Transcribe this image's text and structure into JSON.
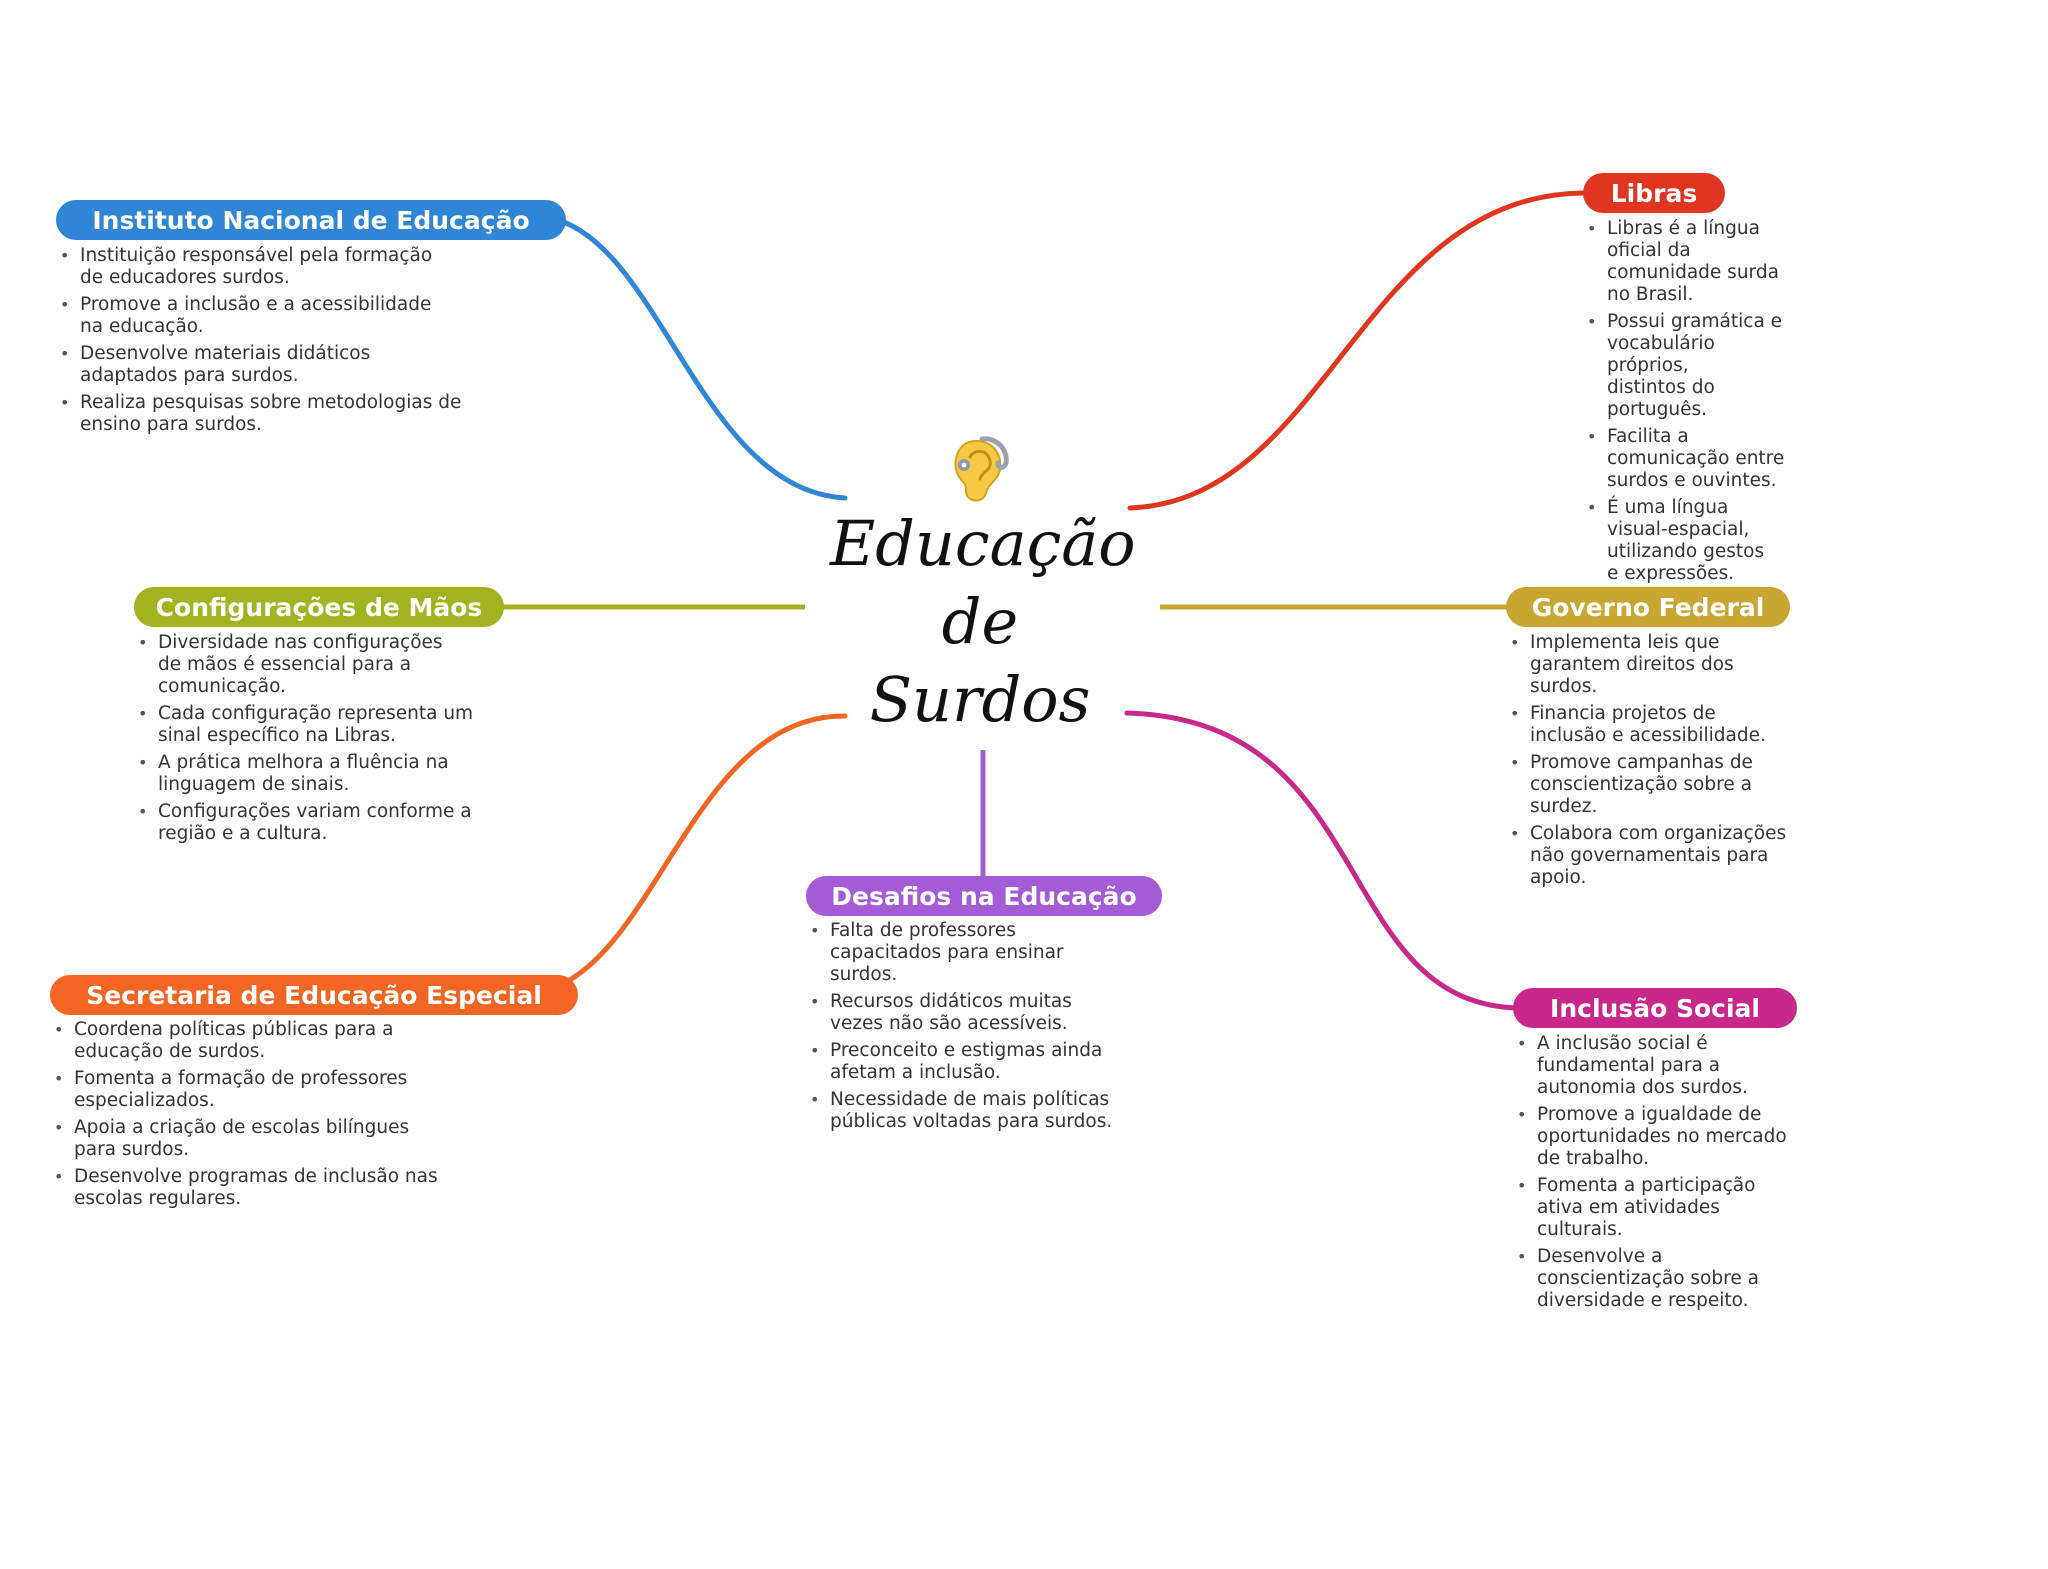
{
  "center": {
    "title": "Educação\nde\nSurdos",
    "icon": "ear-with-hearing-aid-icon"
  },
  "colors": {
    "instituto": "#2f86d6",
    "configuracoes": "#a3b21f",
    "secretaria": "#f26522",
    "desafios": "#a35bd6",
    "libras": "#e0361f",
    "governo": "#c9a531",
    "inclusao": "#c7288a"
  },
  "branches": {
    "instituto": {
      "title": "Instituto Nacional de Educação",
      "items": [
        "Instituição responsável pela formação\nde educadores surdos.",
        "Promove a inclusão e a acessibilidade\nna educação.",
        "Desenvolve materiais didáticos\nadaptados para surdos.",
        "Realiza pesquisas sobre metodologias de\nensino para surdos."
      ]
    },
    "configuracoes": {
      "title": "Configurações de Mãos",
      "items": [
        "Diversidade nas configurações\nde mãos é essencial para a\ncomunicação.",
        "Cada configuração representa um\nsinal específico na Libras.",
        "A prática melhora a fluência na\nlinguagem de sinais.",
        "Configurações variam conforme a\nregião e a cultura."
      ]
    },
    "secretaria": {
      "title": "Secretaria de Educação Especial",
      "items": [
        "Coordena políticas públicas para a\neducação de surdos.",
        "Fomenta a formação de professores\nespecializados.",
        "Apoia a criação de escolas bilíngues\npara surdos.",
        "Desenvolve programas de inclusão nas\nescolas regulares."
      ]
    },
    "desafios": {
      "title": "Desafios na Educação",
      "items": [
        "Falta de professores\ncapacitados para ensinar\nsurdos.",
        "Recursos didáticos muitas\nvezes não são acessíveis.",
        "Preconceito e estigmas ainda\nafetam a inclusão.",
        "Necessidade de mais políticas\npúblicas voltadas para surdos."
      ]
    },
    "libras": {
      "title": "Libras",
      "items": [
        "Libras é a língua\noficial da\ncomunidade surda\nno Brasil.",
        "Possui gramática e\nvocabulário\npróprios,\ndistintos do\nportuguês.",
        "Facilita a\ncomunicação entre\nsurdos e ouvintes.",
        "É uma língua\nvisual-espacial,\nutilizando gestos\ne expressões."
      ]
    },
    "governo": {
      "title": "Governo Federal",
      "items": [
        "Implementa leis que\ngarantem direitos dos\nsurdos.",
        "Financia projetos de\ninclusão e acessibilidade.",
        "Promove campanhas de\nconscientização sobre a\nsurdez.",
        "Colabora com organizações\nnão governamentais para\napoio."
      ]
    },
    "inclusao": {
      "title": "Inclusão Social",
      "items": [
        "A inclusão social é\nfundamental para a\nautonomia dos surdos.",
        "Promove a igualdade de\noportunidades no mercado\nde trabalho.",
        "Fomenta a participação\nativa em atividades\nculturais.",
        "Desenvolve a\nconscientização sobre a\ndiversidade e respeito."
      ]
    }
  }
}
